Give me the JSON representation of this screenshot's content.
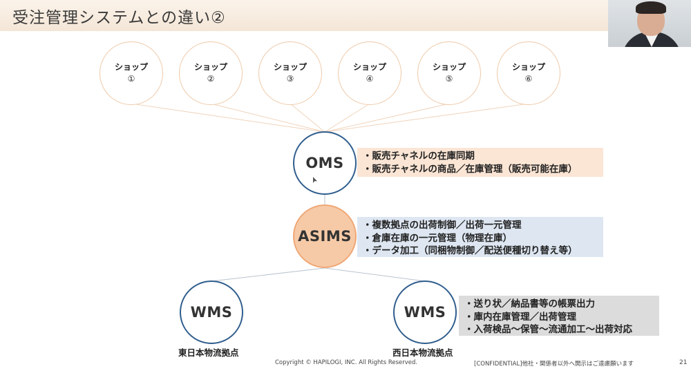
{
  "slide": {
    "title": "受注管理システムとの違い②",
    "shops": [
      {
        "label": "ショップ",
        "num": "①"
      },
      {
        "label": "ショップ",
        "num": "②"
      },
      {
        "label": "ショップ",
        "num": "③"
      },
      {
        "label": "ショップ",
        "num": "④"
      },
      {
        "label": "ショップ",
        "num": "⑤"
      },
      {
        "label": "ショップ",
        "num": "⑥"
      }
    ],
    "oms": {
      "label": "OMS",
      "points": [
        "・販売チャネルの在庫同期",
        "・販売チャネルの商品／在庫管理（販売可能在庫）"
      ]
    },
    "asims": {
      "label": "ASIMS",
      "points": [
        "・複数拠点の出荷制御／出荷一元管理",
        "・倉庫在庫の一元管理（物理在庫）",
        "・データ加工（同梱物制御／配送便種切り替え等）"
      ]
    },
    "wms_east": {
      "label": "WMS",
      "location": "東日本物流拠点"
    },
    "wms_west": {
      "label": "WMS",
      "location": "西日本物流拠点",
      "points": [
        "・送り状／納品書等の帳票出力",
        "・庫内在庫管理／出荷管理",
        "・入荷検品～保管～流通加工～出荷対応"
      ]
    },
    "footer": {
      "copyright": "Copyright © HAPILOGI, INC. All Rights Reserved.",
      "confidential": "[CONFIDENTIAL]他社・関係者以外へ開示はご遠慮願います",
      "page": "21"
    }
  },
  "colors": {
    "title_band": "#f4e6d7",
    "shop_border": "#efc9a8",
    "system_border": "#2f5d8d",
    "asims_fill": "#f6caa7",
    "oms_box": "#fbe5d4",
    "asims_box": "#dde6f1",
    "wms_box": "#dcdcdc"
  }
}
